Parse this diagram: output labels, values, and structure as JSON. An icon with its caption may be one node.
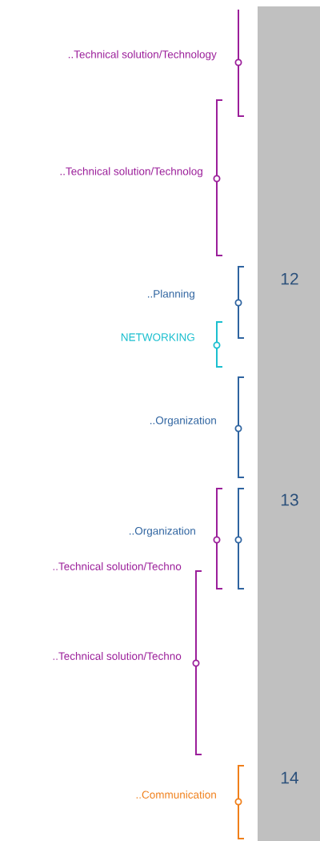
{
  "diagram": {
    "labels": [
      "..Technical solution/Technology",
      "..Technical solution/Technolog",
      "12",
      "..Planning",
      "NETWORKING",
      "..Organization",
      "13",
      "..Organization",
      "..Technical solution/Techno",
      "..Technical solution/Techno",
      "14",
      "..Communication"
    ]
  }
}
